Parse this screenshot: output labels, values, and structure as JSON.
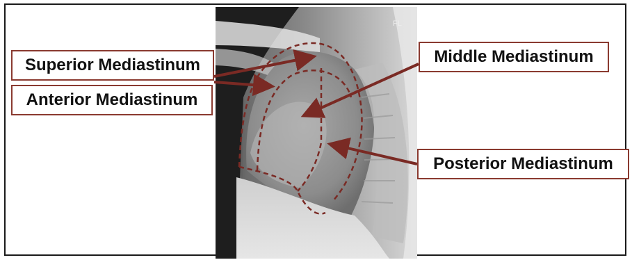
{
  "labels": {
    "superior": "Superior Mediastinum",
    "anterior": "Anterior Mediastinum",
    "middle": "Middle Mediastinum",
    "posterior": "Posterior Mediastinum"
  },
  "image_marker": "FL",
  "colors": {
    "annotation": "#7a2a24",
    "label_border": "#8a3a30",
    "frame": "#1a1a1a"
  }
}
